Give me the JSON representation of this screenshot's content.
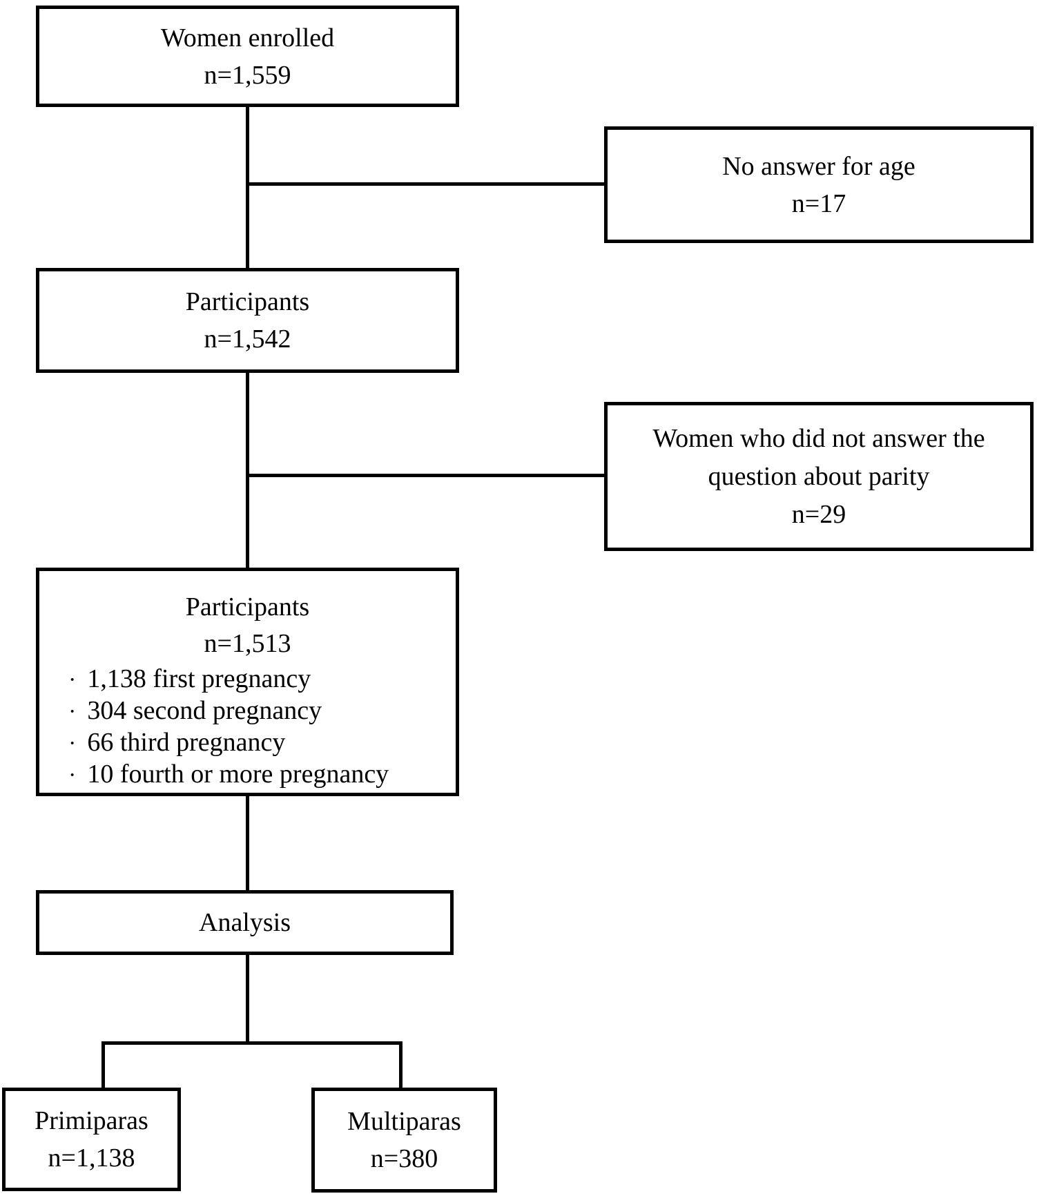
{
  "page": {
    "background_color": "#ffffff",
    "line_color": "#000000",
    "text_color": "#000000"
  },
  "flowchart": {
    "boxes": {
      "enrolled": {
        "title": "Women enrolled",
        "count": "n=1,559"
      },
      "no_answer_age": {
        "line1": "No answer for age",
        "count": "n=17"
      },
      "participants_1542": {
        "title": "Participants",
        "count": "n=1,542"
      },
      "no_answer_parity": {
        "line1": "Women who did not answer the",
        "line2": "question about parity",
        "count": "n=29"
      },
      "participants_1513": {
        "title": "Participants",
        "count": "n=1,513",
        "bullet_char": "·",
        "items": [
          "1,138 first pregnancy",
          "304 second pregnancy",
          "66 third pregnancy",
          "10 fourth or more pregnancy"
        ]
      },
      "analysis": {
        "title": "Analysis"
      },
      "primiparas": {
        "title": "Primiparas",
        "count": "n=1,138"
      },
      "multiparas": {
        "title": "Multiparas",
        "count": "n=380"
      }
    }
  }
}
